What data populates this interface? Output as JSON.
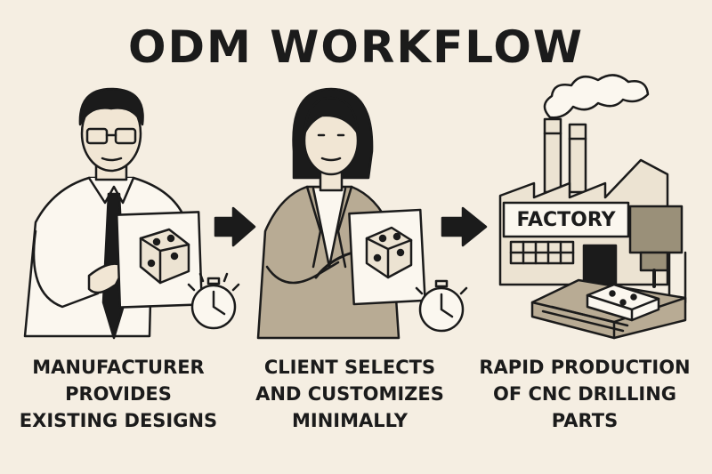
{
  "title": "ODM WORKFLOW",
  "factory_sign": "FACTORY",
  "steps": [
    {
      "lines": [
        "MANUFACTURER",
        "PROVIDES",
        "EXISTING DESIGNS"
      ]
    },
    {
      "lines": [
        "CLIENT SELECTS",
        "AND CUSTOMIZES",
        "MINIMALLY"
      ]
    },
    {
      "lines": [
        "RAPID PRODUCTION",
        "OF CNC DRILLING",
        "PARTS"
      ]
    }
  ],
  "colors": {
    "background": "#f5eee2",
    "ink": "#1b1b1b",
    "jacket": "#b8ab94",
    "paper": "#fbf7ef",
    "factory": "#ece3d2",
    "machine": "#9a9079"
  },
  "icons": [
    "manufacturer-figure",
    "design-sheet-icon",
    "stopwatch-icon",
    "arrow-right-icon",
    "client-figure",
    "factory-icon",
    "cnc-machine-icon",
    "smoke-icon"
  ]
}
